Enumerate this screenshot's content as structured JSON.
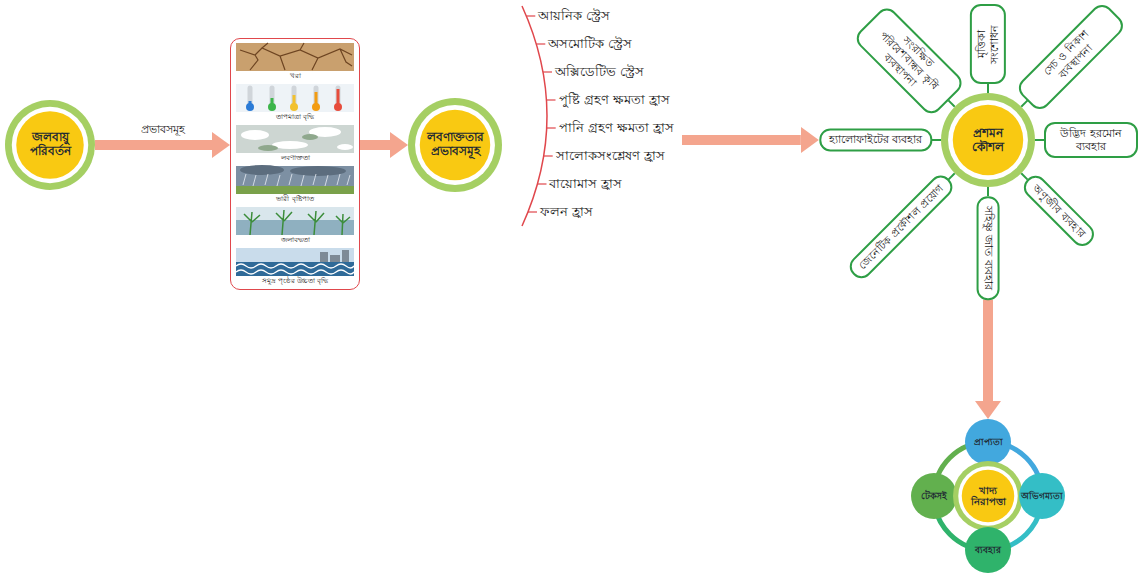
{
  "diagram": {
    "nodes": [
      {
        "text": [
          "জলবায়ু পরিবর্তন"
        ]
      },
      {
        "text": [
          "খরা",
          "তাপমাত্রা বৃদ্ধি",
          "লবণাক্ততা",
          "ভারী বৃষ্টিপাত",
          "জলাবদ্ধতা",
          "সমুদ্র পৃষ্ঠের উচ্চতা বৃদ্ধি"
        ]
      },
      {
        "text": [
          "লবণাক্ততার প্রভাবসমূহ",
          "আয়নিক স্ট্রেস",
          "অসমোটিক স্ট্রেস",
          "অক্সিডেটিভ স্ট্রেস",
          "পুষ্টি গ্রহণ ক্ষমতা হ্রাস",
          "পানি গ্রহণ ক্ষমতা হ্রাস",
          "সালোকসংশ্লেষণ হ্রাস",
          "বায়োমাস হ্রাস",
          "ফলন হ্রাস"
        ]
      },
      {
        "text": [
          "প্রশমন কৌশল"
        ]
      },
      {
        "text": [
          "সংরক্ষিত পরিবেশবান্ধব কৃষি ব্যবস্থাপনা"
        ]
      },
      {
        "text": [
          "মৃত্তিকা সংশোধন"
        ]
      },
      {
        "text": [
          "সেচ ও নিকাশ ব্যবস্থাপনা"
        ]
      },
      {
        "text": [
          "হ্যালোফাইটের ব্যবহার"
        ]
      },
      {
        "text": [
          "উদ্ভিদ হরমোন ব্যবহার"
        ]
      },
      {
        "text": [
          "জেনেটিক প্রকৌশল প্রয়োগ"
        ]
      },
      {
        "text": [
          "সহিষ্ণু জাত ব্যবহার"
        ]
      },
      {
        "text": [
          "অণুজীব ব্যবহার"
        ]
      },
      {
        "text": [
          "প্রাপ্যতা"
        ]
      },
      {
        "text": [
          "টেকসই"
        ]
      },
      {
        "text": [
          "খাদ্য নিরাপত্তা"
        ]
      },
      {
        "text": [
          "অভিগম্যতা"
        ]
      },
      {
        "text": [
          "ব্যবহার"
        ]
      }
    ],
    "edges": [
      {
        "from": 0,
        "to": 1,
        "label": "প্রভাবসমূহ",
        "arrow": "to"
      },
      {
        "from": 1,
        "to": 2,
        "arrow": "to"
      },
      {
        "from": 2,
        "to": 7,
        "arrow": "to"
      },
      {
        "from": 3,
        "to": 4,
        "arrow": "none"
      },
      {
        "from": 3,
        "to": 5,
        "arrow": "none"
      },
      {
        "from": 3,
        "to": 6,
        "arrow": "none"
      },
      {
        "from": 3,
        "to": 7,
        "arrow": "none"
      },
      {
        "from": 3,
        "to": 8,
        "arrow": "none"
      },
      {
        "from": 3,
        "to": 9,
        "arrow": "none"
      },
      {
        "from": 3,
        "to": 10,
        "arrow": "none"
      },
      {
        "from": 3,
        "to": 11,
        "arrow": "none"
      },
      {
        "from": 10,
        "to": 12,
        "arrow": "to"
      }
    ]
  }
}
